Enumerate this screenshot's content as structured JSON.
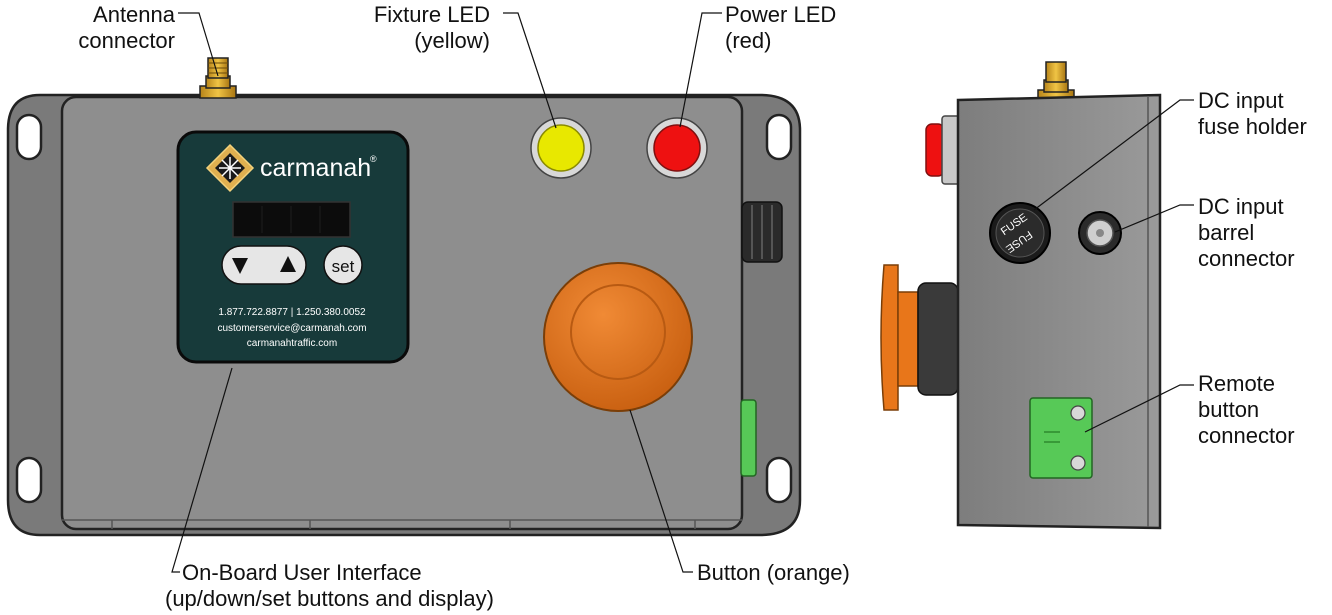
{
  "callouts": {
    "antenna": [
      "Antenna",
      "connector"
    ],
    "fixture_led": [
      "Fixture LED",
      "(yellow)"
    ],
    "power_led": [
      "Power LED",
      "(red)"
    ],
    "dc_fuse": [
      "DC input",
      "fuse holder"
    ],
    "dc_barrel": [
      "DC input",
      "barrel",
      "connector"
    ],
    "remote_button": [
      "Remote",
      "button",
      "connector"
    ],
    "ui": [
      "On-Board User Interface",
      "(up/down/set buttons and display)"
    ],
    "button": [
      "Button (orange)"
    ]
  },
  "panel": {
    "brand": "carmanah",
    "registered": "®",
    "set_label": "set",
    "phone": "1.877.722.8877 | 1.250.380.0052",
    "email": "customerservice@carmanah.com",
    "web": "carmanahtraffic.com"
  },
  "fuse": {
    "label": "FUSE"
  },
  "colors": {
    "housing": "#8e8e8e",
    "housing_dark": "#6f6f6f",
    "panel": "#173a3a",
    "yellow_led": "#e8e800",
    "red_led": "#ee1111",
    "orange_button": "#e8761a",
    "green_connector": "#57c957",
    "antenna_gold": "#d6a527"
  }
}
